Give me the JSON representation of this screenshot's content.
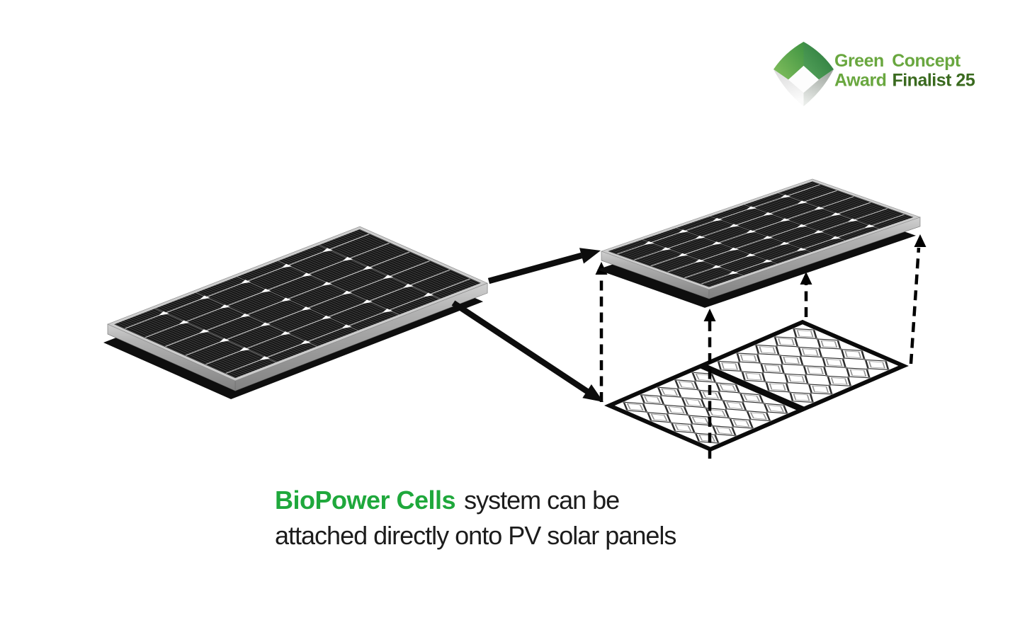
{
  "logo": {
    "line1": "Green Concept",
    "award": "Award",
    "finalist": "Finalist 25",
    "light_green": "#69a73f",
    "dark_green": "#3a6a1f",
    "icon": "faceted-gem-icon"
  },
  "caption": {
    "highlight": "BioPower Cells",
    "line1_rest": "system can be",
    "line2": "attached directly onto PV solar panels",
    "highlight_color": "#1fa83c",
    "text_color": "#1c1c1c"
  },
  "diagram": {
    "icons": [
      {
        "name": "pv-solar-panel-left"
      },
      {
        "name": "pv-solar-panel-exploded-top"
      },
      {
        "name": "biopower-cells-lattice-grid"
      },
      {
        "name": "solid-transfer-arrows"
      },
      {
        "name": "dashed-alignment-arrows"
      }
    ],
    "panel_color": "#161616",
    "frame_color": "#a5a5a5",
    "arrow_color": "#0d0d0d"
  }
}
